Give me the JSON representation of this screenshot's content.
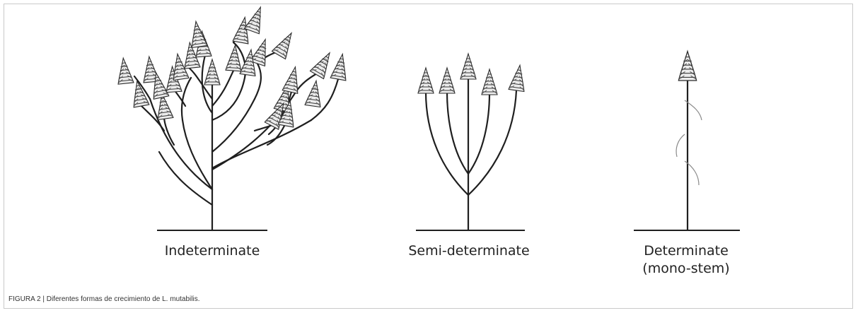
{
  "figure": {
    "labels": {
      "indeterminate": "Indeterminate",
      "semi_determinate": "Semi-determinate",
      "determinate_line1": "Determinate",
      "determinate_line2": "(mono-stem)"
    },
    "caption": "FIGURA 2 | Diferentes formas de crecimiento de L. mutabilis.",
    "colors": {
      "stroke": "#1f1f1f",
      "leaf": "#9a9a9a",
      "frame": "#c9c9c9"
    }
  }
}
